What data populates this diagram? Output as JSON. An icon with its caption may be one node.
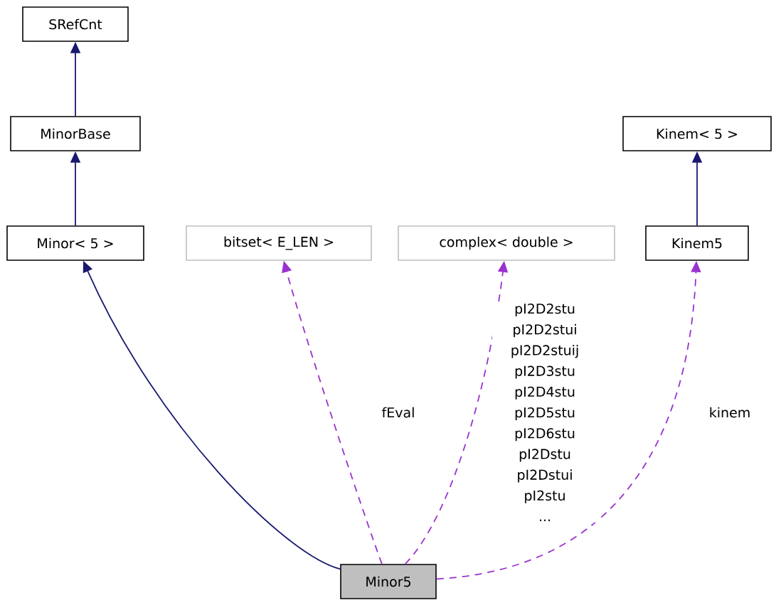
{
  "diagram": {
    "nodes": [
      {
        "text": [
          "SRefCnt"
        ]
      },
      {
        "text": [
          "MinorBase"
        ]
      },
      {
        "text": [
          "Kinem< 5 >"
        ]
      },
      {
        "text": [
          "Minor< 5 >"
        ]
      },
      {
        "text": [
          "bitset< E_LEN >"
        ]
      },
      {
        "text": [
          "complex< double >"
        ]
      },
      {
        "text": [
          "Kinem5"
        ]
      },
      {
        "text": [
          "Minor5"
        ]
      }
    ],
    "edges": [
      {
        "from": 1,
        "to": 0,
        "arrow": "to"
      },
      {
        "from": 3,
        "to": 1,
        "arrow": "to"
      },
      {
        "from": 6,
        "to": 2,
        "arrow": "to"
      },
      {
        "from": 7,
        "to": 3,
        "arrow": "to"
      },
      {
        "from": 7,
        "to": 4,
        "arrow": "to",
        "label": "fEval",
        "style": "dashed",
        "color": "#9a32cd"
      },
      {
        "from": 7,
        "to": 5,
        "arrow": "to",
        "label": "pI2D2stu pI2D2stui pI2D2stuij pI2D3stu pI2D4stu pI2D5stu pI2D6stu pI2Dstu pI2Dstui pI2stu ...",
        "style": "dashed",
        "color": "#9a32cd"
      },
      {
        "from": 7,
        "to": 6,
        "arrow": "to",
        "label": "kinem",
        "style": "dashed",
        "color": "#9a32cd"
      }
    ]
  }
}
